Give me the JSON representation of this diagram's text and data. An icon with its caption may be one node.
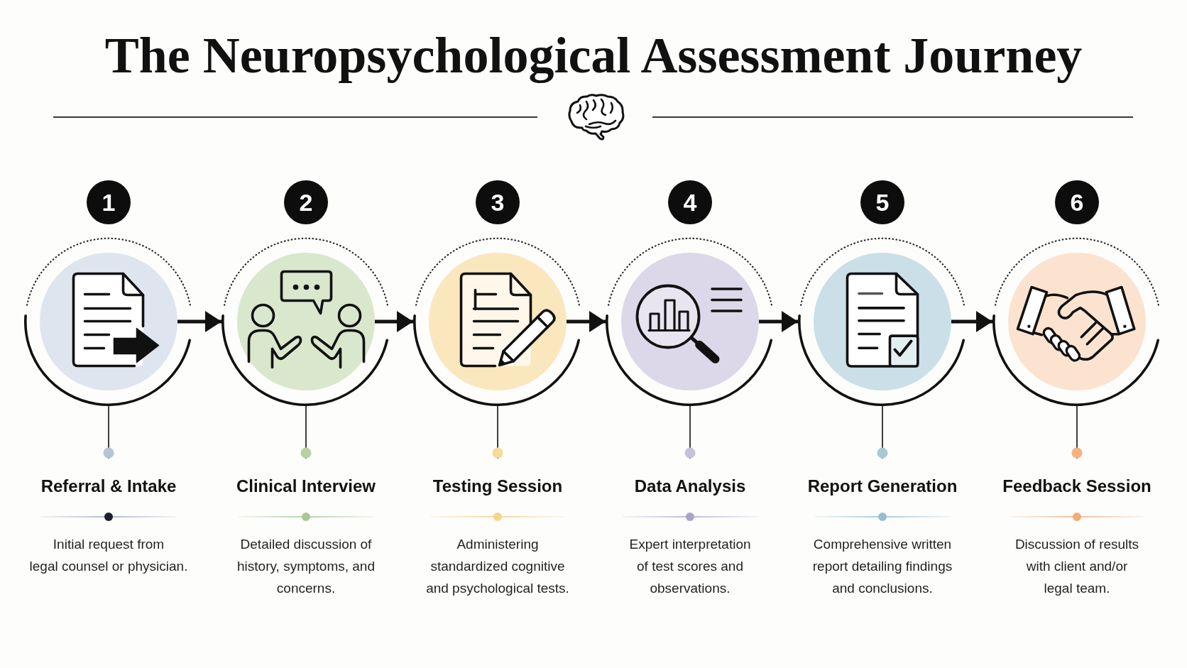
{
  "diagram": {
    "title": "The Neuropsychological Assessment Journey",
    "nodes": [
      {
        "text": [
          "1"
        ]
      },
      {
        "text": [],
        "shape": "circle"
      },
      {
        "text": [
          "Referral & Intake",
          "Initial request from legal counsel or physician."
        ]
      },
      {
        "text": [
          "2"
        ]
      },
      {
        "text": [],
        "shape": "circle"
      },
      {
        "text": [
          "Clinical Interview",
          "Detailed discussion of history, symptoms, and concerns."
        ]
      },
      {
        "text": [
          "3"
        ]
      },
      {
        "text": [],
        "shape": "circle"
      },
      {
        "text": [
          "Testing Session",
          "Administering standardized cognitive and psychological tests."
        ]
      },
      {
        "text": [
          "4"
        ]
      },
      {
        "text": [],
        "shape": "circle"
      },
      {
        "text": [
          "Data Analysis",
          "Expert interpretation of test scores and observations."
        ]
      },
      {
        "text": [
          "5"
        ]
      },
      {
        "text": [],
        "shape": "circle"
      },
      {
        "text": [
          "Report Generation",
          "Comprehensive written report detailing findings and conclusions."
        ]
      },
      {
        "text": [
          "6"
        ]
      },
      {
        "text": [],
        "shape": "circle"
      },
      {
        "text": [
          "Feedback Session",
          "Discussion of results with client and/or legal team."
        ]
      }
    ],
    "edges": [
      {
        "from": 1,
        "to": 4,
        "arrow": "to",
        "style": "thick"
      },
      {
        "from": 4,
        "to": 7,
        "arrow": "to",
        "style": "thick"
      },
      {
        "from": 7,
        "to": 10,
        "arrow": "to",
        "style": "thick"
      },
      {
        "from": 10,
        "to": 13,
        "arrow": "to",
        "style": "thick"
      },
      {
        "from": 13,
        "to": 16,
        "arrow": "to",
        "style": "thick"
      },
      {
        "from": 1,
        "to": 2,
        "arrow": "other"
      },
      {
        "from": 4,
        "to": 5,
        "arrow": "other"
      },
      {
        "from": 7,
        "to": 8,
        "arrow": "other"
      },
      {
        "from": 10,
        "to": 11,
        "arrow": "other"
      },
      {
        "from": 13,
        "to": 14,
        "arrow": "other"
      },
      {
        "from": 16,
        "to": 17,
        "arrow": "other"
      }
    ]
  }
}
